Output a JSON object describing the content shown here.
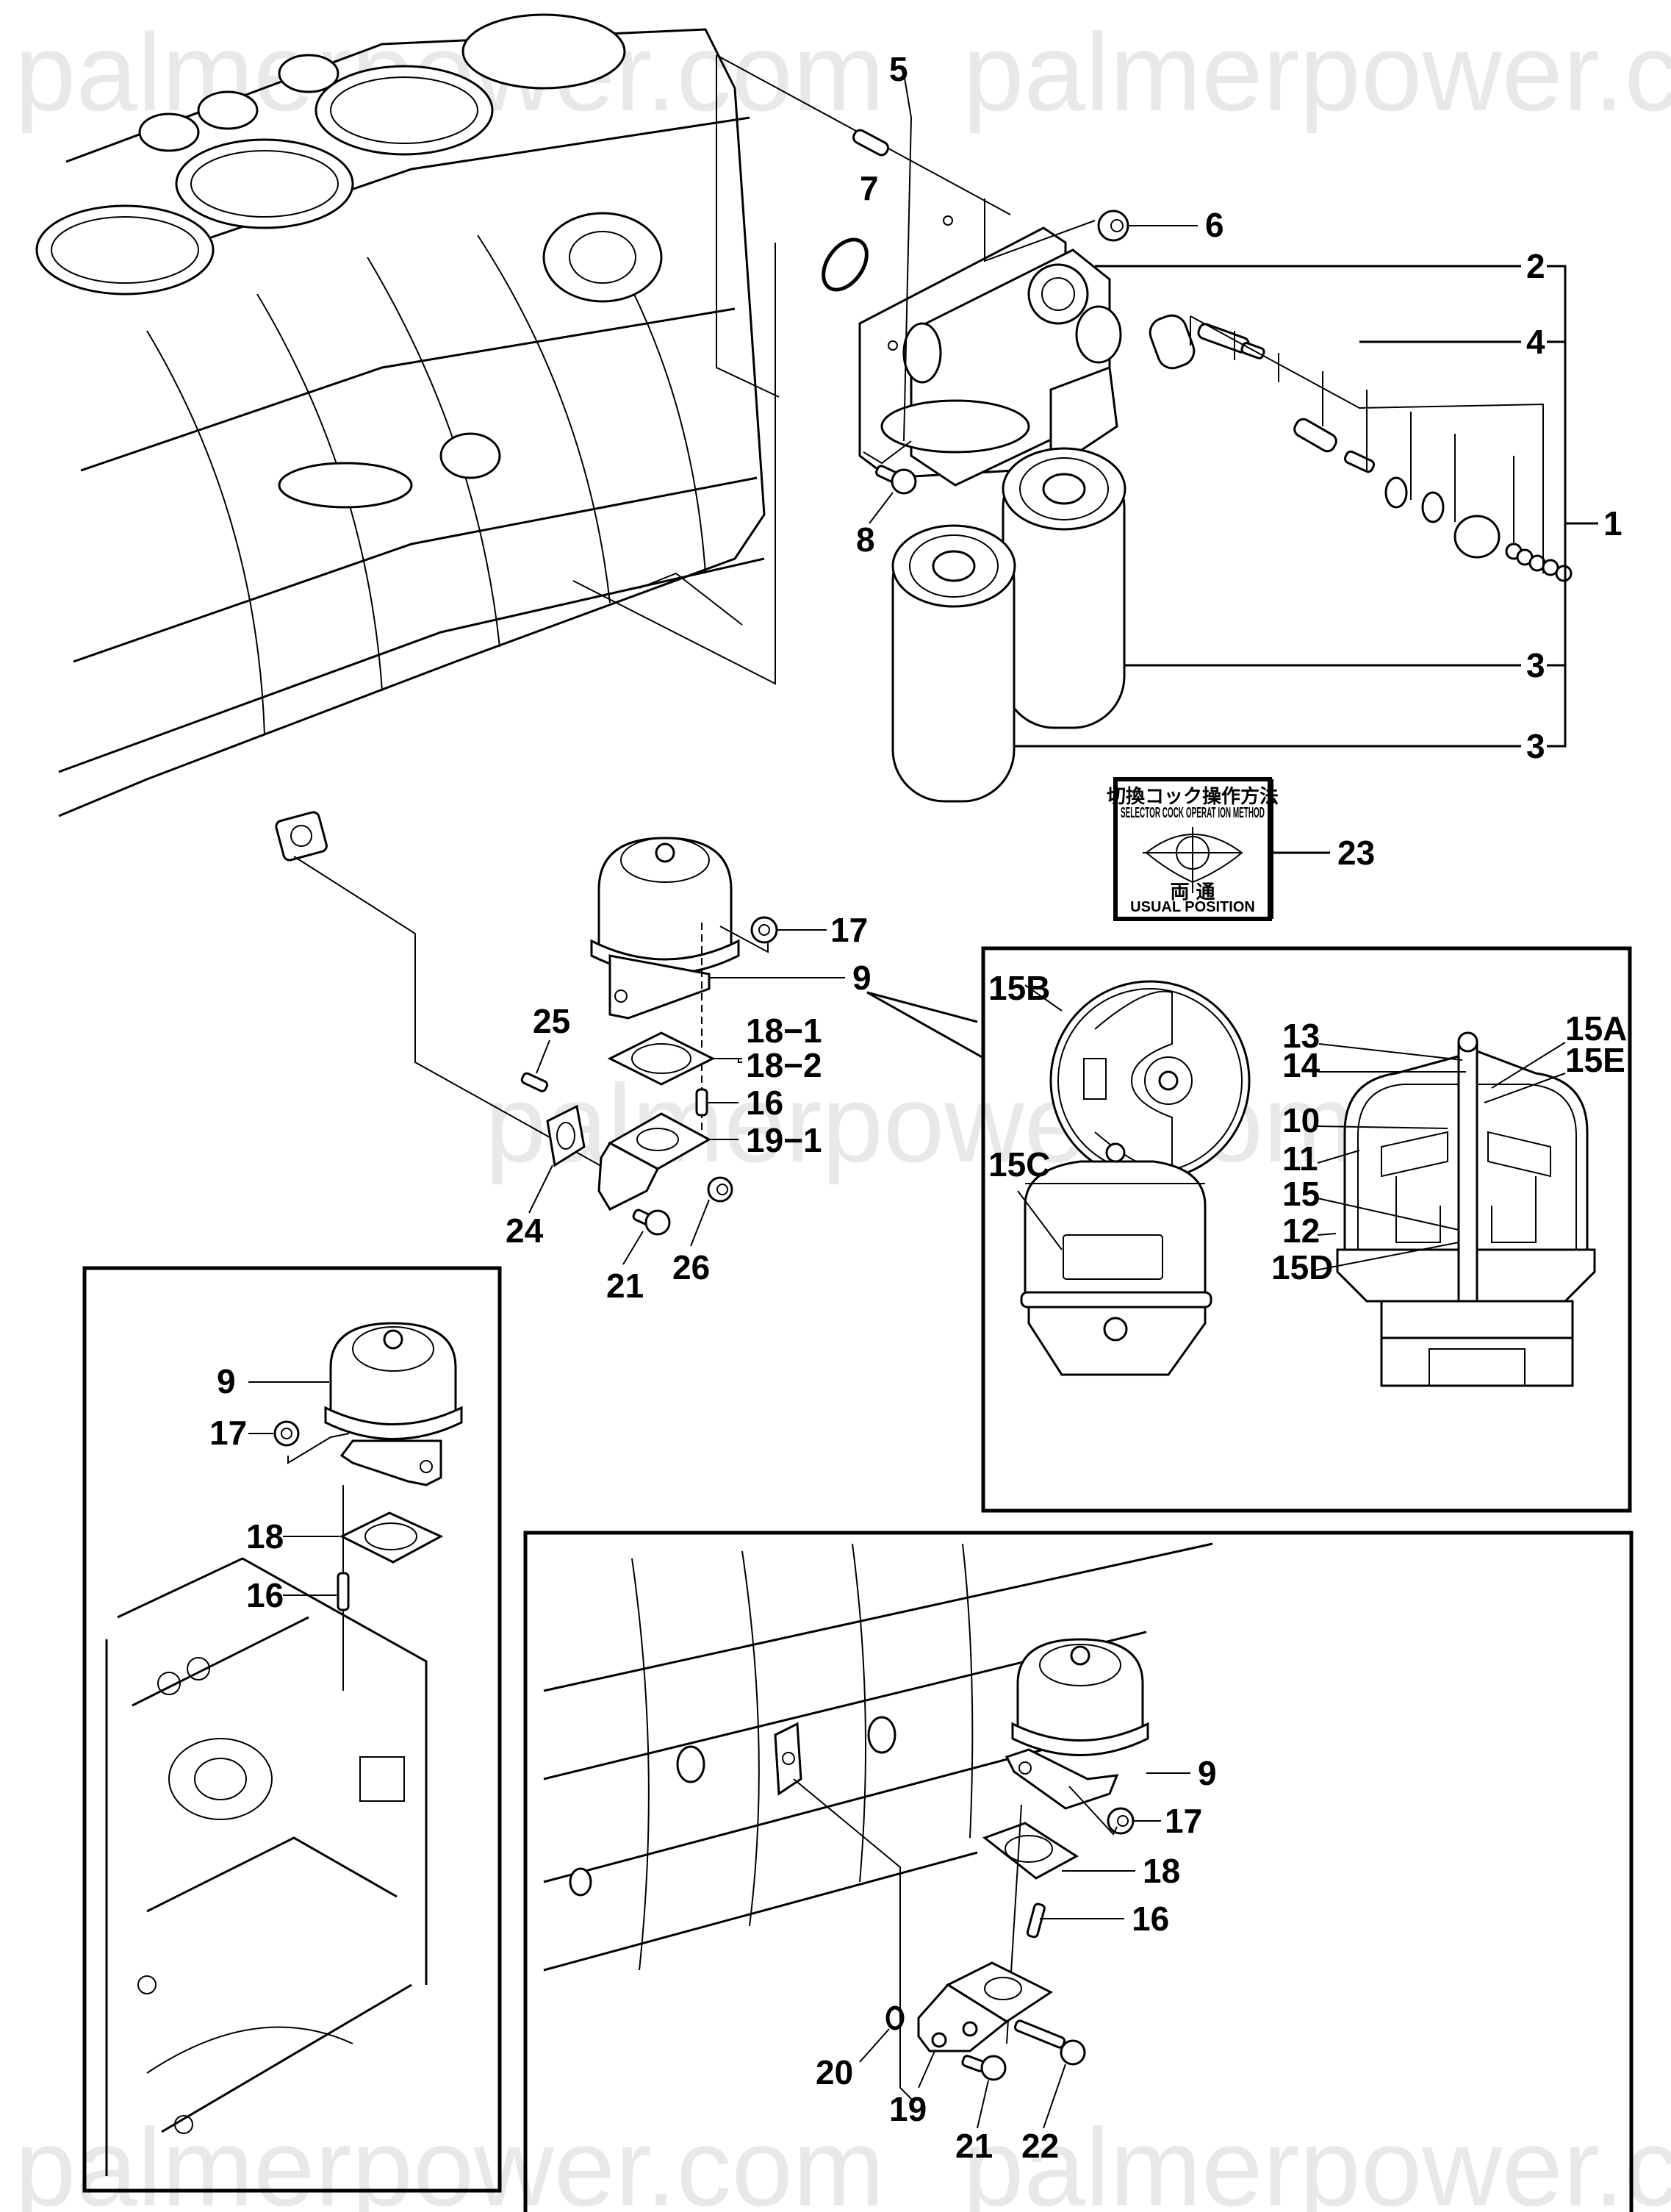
{
  "watermark": "palmerpower.com",
  "main_assembly": {
    "callouts": [
      {
        "id": "1",
        "part": "filter-assembly"
      },
      {
        "id": "2",
        "part": "filter-head"
      },
      {
        "id": "3",
        "part": "filter-element"
      },
      {
        "id": "3b",
        "label": "3",
        "part": "filter-element"
      },
      {
        "id": "4",
        "part": "selector-valve-kit"
      },
      {
        "id": "5",
        "part": "stud"
      },
      {
        "id": "6",
        "part": "nut"
      },
      {
        "id": "7",
        "part": "o-ring"
      },
      {
        "id": "8",
        "part": "bolt"
      },
      {
        "id": "9",
        "part": "centrifugal-filter"
      },
      {
        "id": "16",
        "part": "stud"
      },
      {
        "id": "17",
        "part": "nut"
      },
      {
        "id": "18-1",
        "part": "gasket"
      },
      {
        "id": "18-2",
        "part": "gasket"
      },
      {
        "id": "19-1",
        "part": "bracket"
      },
      {
        "id": "21",
        "part": "bolt"
      },
      {
        "id": "23",
        "part": "label"
      },
      {
        "id": "24",
        "part": "gasket"
      },
      {
        "id": "25",
        "part": "stud"
      },
      {
        "id": "26",
        "part": "nut"
      }
    ]
  },
  "selector_label": {
    "title_jp": "切換コック操作方法",
    "title_en": "SELECTOR COCK OPERAT ION METHOD",
    "position_jp": "両 通",
    "position_en": "USUAL POSITION"
  },
  "detail_inset": {
    "callouts": [
      "15B",
      "15C",
      "13",
      "14",
      "15A",
      "15E",
      "10",
      "11",
      "15",
      "12",
      "15D"
    ]
  },
  "left_inset": {
    "callouts": [
      "9",
      "17",
      "18",
      "16"
    ]
  },
  "bottom_inset": {
    "callouts": [
      "9",
      "17",
      "18",
      "16",
      "20",
      "19",
      "21",
      "22"
    ]
  },
  "labels": {
    "c1": "1",
    "c2": "2",
    "c3a": "3",
    "c3b": "3",
    "c4": "4",
    "c5": "5",
    "c6": "6",
    "c7": "7",
    "c8": "8",
    "c9": "9",
    "c17": "17",
    "c18_1": "18−1",
    "c18_2": "18−2",
    "c16": "16",
    "c19_1": "19−1",
    "c25": "25",
    "c24": "24",
    "c21": "21",
    "c26": "26",
    "c23": "23",
    "d15B": "15B",
    "d15C": "15C",
    "d13": "13",
    "d14": "14",
    "d15A": "15A",
    "d15E": "15E",
    "d10": "10",
    "d11": "11",
    "d15": "15",
    "d12": "12",
    "d15D": "15D",
    "l9": "9",
    "l17": "17",
    "l18": "18",
    "l16": "16",
    "b9": "9",
    "b17": "17",
    "b18": "18",
    "b16": "16",
    "b20": "20",
    "b19": "19",
    "b21": "21",
    "b22": "22"
  }
}
